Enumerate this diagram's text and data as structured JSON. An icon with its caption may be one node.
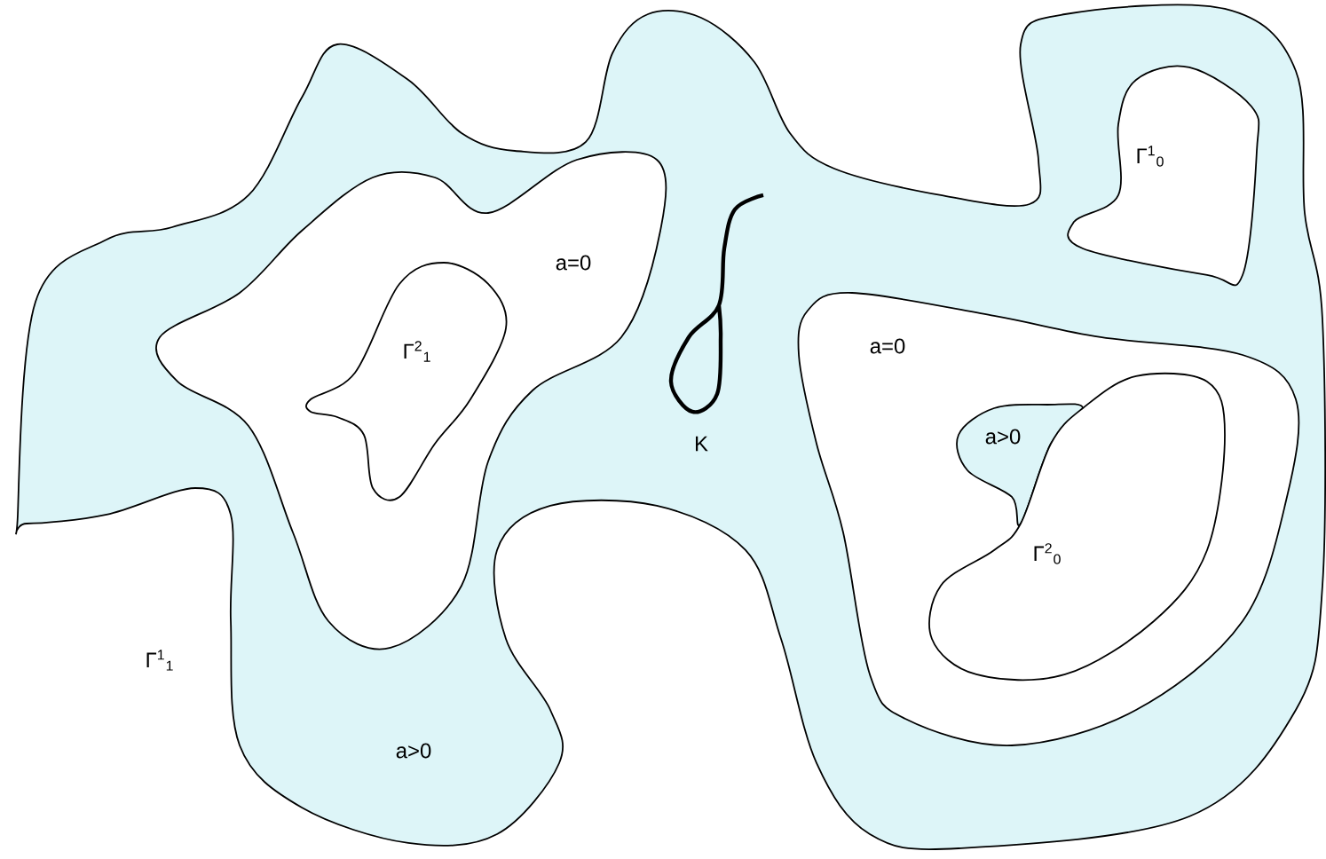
{
  "diagram": {
    "labels": [
      "a=0",
      "Γ$^{2}$$_{1}$",
      "K",
      "Γ$^{1}$$_{0}$",
      "a=0",
      "a>0",
      "Γ$^{2}$$_{0}$",
      "Γ$^{1}$$_{1}$",
      "a>0"
    ]
  }
}
